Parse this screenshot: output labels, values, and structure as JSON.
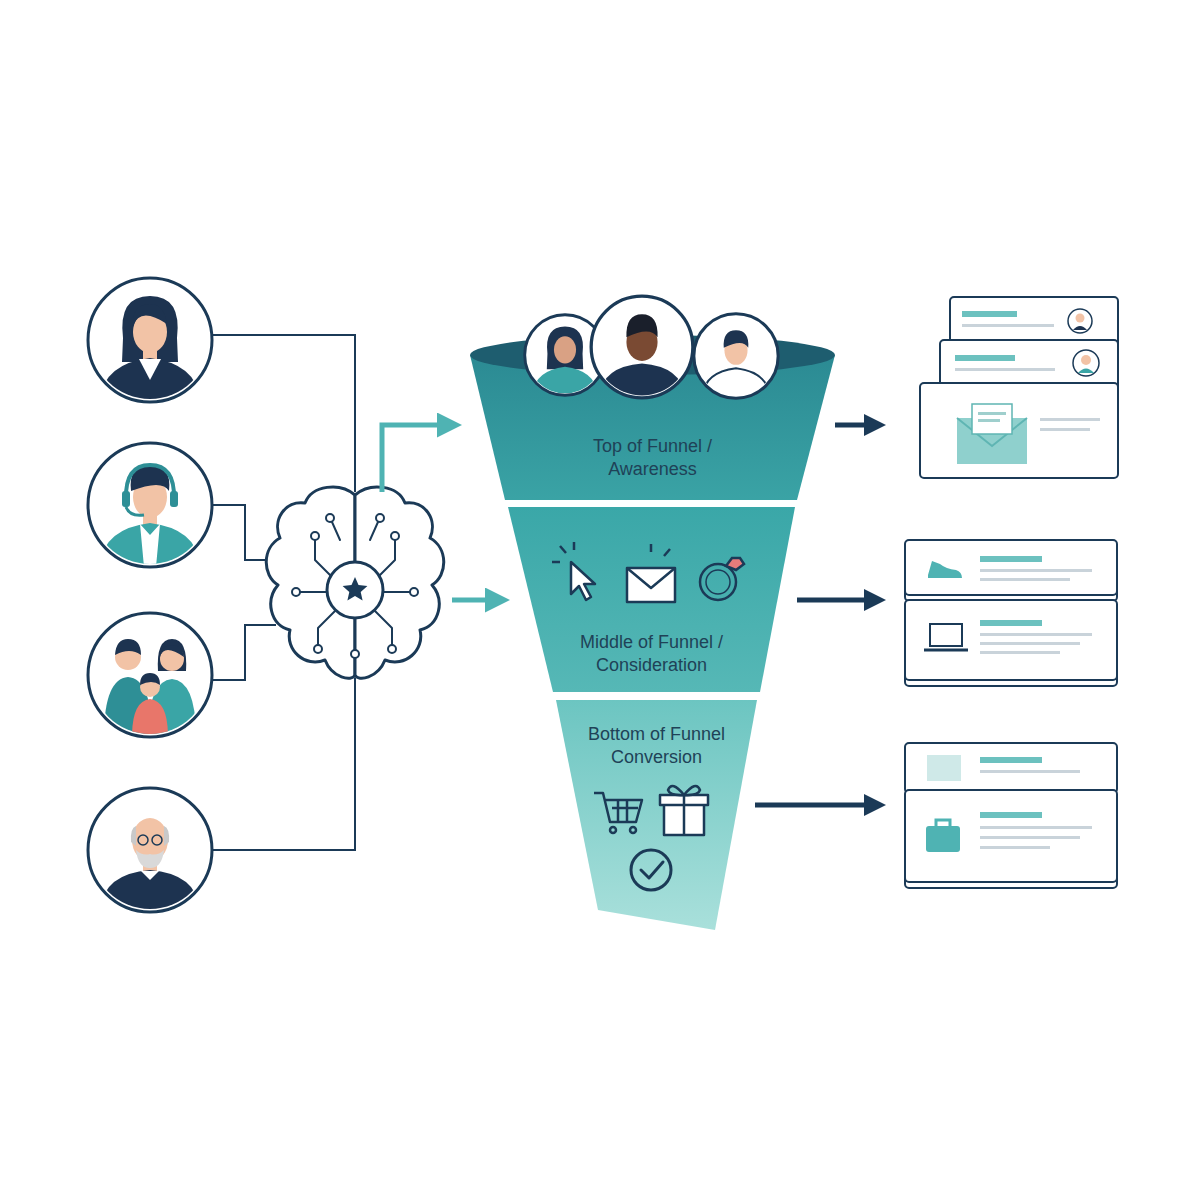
{
  "diagram": {
    "nodes": [
      {
        "text": [
          "Top of Funnel / Awareness"
        ]
      },
      {
        "text": [
          "Middle of Funnel / Consideration"
        ]
      },
      {
        "text": [
          "Bottom of Funnel Conversion"
        ]
      }
    ]
  }
}
